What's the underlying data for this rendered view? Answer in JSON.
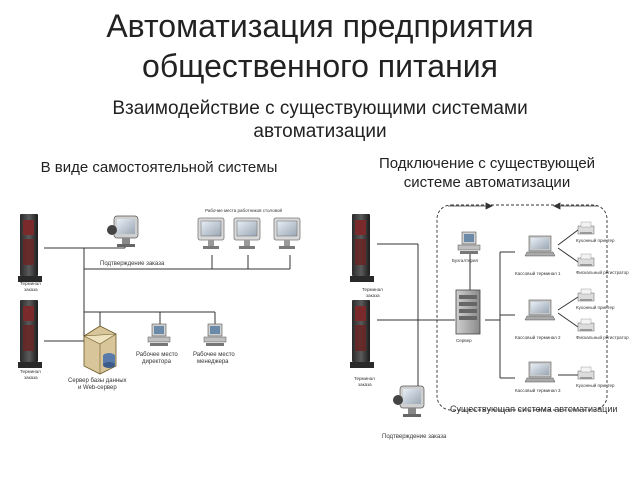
{
  "title": {
    "line1": "Автоматизация предприятия",
    "line2": "общественного питания"
  },
  "subtitle": {
    "line1": "Взаимодействие с существующими системами",
    "line2": "автоматизации"
  },
  "left": {
    "heading": "В виде самостоятельной системы",
    "terminal_line1": "Терминал",
    "terminal_line2": "заказа",
    "confirm": "Подтверждение заказа",
    "workplaces": "Рабочие места работников столовой",
    "server_line1": "Сервер базы данных",
    "server_line2": "и Web-сервер",
    "director_line1": "Рабочее место",
    "director_line2": "директора",
    "manager_line1": "Рабочее место",
    "manager_line2": "менеджера"
  },
  "right": {
    "heading_line1": "Подключение с существующей",
    "heading_line2": "системе автоматизации",
    "terminal_line1": "Терминал",
    "terminal_line2": "заказа",
    "confirm": "Подтверждение заказа",
    "accounting": "Бухгалтерия",
    "server": "Сервер",
    "cash1": "Кассовый терминал 1",
    "cash2": "Кассовый терминал 2",
    "cash3": "Кассовый терминал 3",
    "printer1": "Кухонный принтер",
    "printer2": "Фискальный регистратор",
    "existing": "Существующая система автоматизации"
  }
}
